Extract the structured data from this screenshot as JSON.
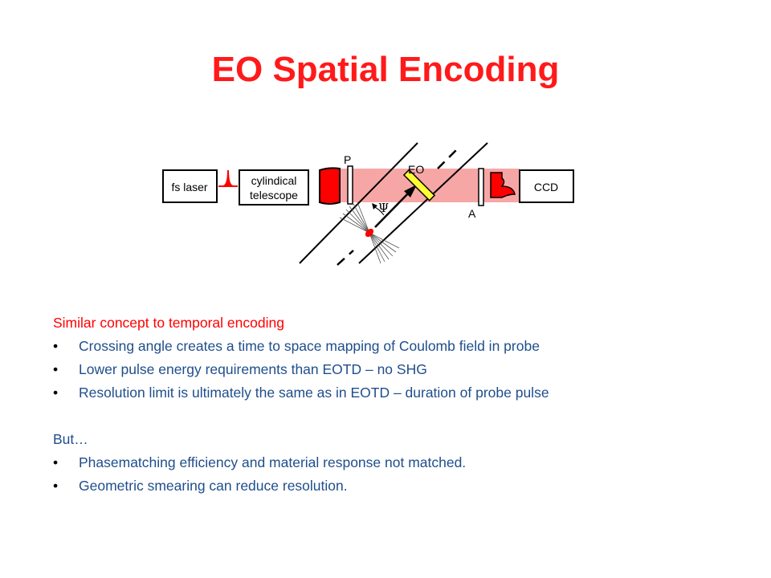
{
  "title": "EO Spatial Encoding",
  "diagram": {
    "laser_label": "fs laser",
    "telescope_label_1": "cylindical",
    "telescope_label_2": "telescope",
    "polarizer_label": "P",
    "crystal_label": "EO",
    "analyzer_label": "A",
    "detector_label": "CCD",
    "angle_label": "Ψ",
    "colors": {
      "beam": "#f7a6a6",
      "red": "#ff0000",
      "crystal": "#ffff33",
      "ink": "#000000"
    }
  },
  "content": {
    "lead": "Similar concept to temporal encoding",
    "bullets1": [
      "Crossing angle creates a time to space mapping of Coulomb field in probe",
      "Lower pulse energy requirements than EOTD – no SHG",
      "Resolution limit is ultimately the same as in EOTD – duration of probe pulse"
    ],
    "but_label": "But…",
    "bullets2": [
      "Phasematching efficiency and material response not matched.",
      "Geometric smearing can reduce resolution."
    ]
  }
}
